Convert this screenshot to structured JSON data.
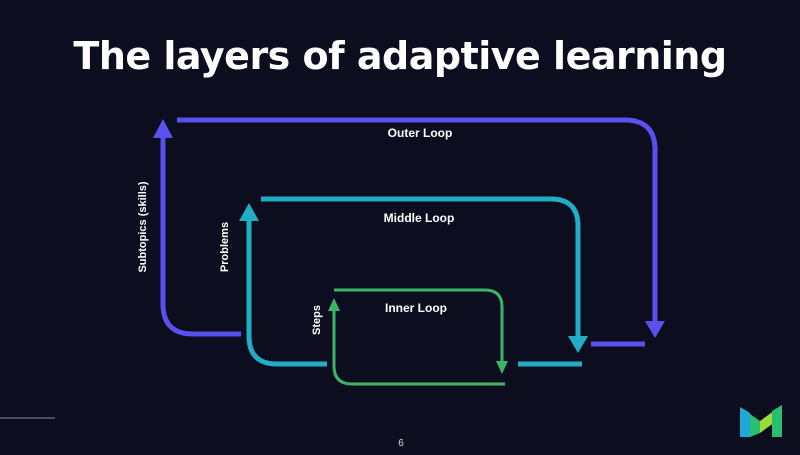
{
  "slide": {
    "title": "The layers of adaptive learning",
    "page_number": "6"
  },
  "diagram": {
    "loops": [
      {
        "label": "Outer Loop",
        "axis_label": "Subtopics (skills)",
        "color": "#5a50ee"
      },
      {
        "label": "Middle Loop",
        "axis_label": "Problems",
        "color": "#22adc4"
      },
      {
        "label": "Inner Loop",
        "axis_label": "Steps",
        "color": "#3cb468"
      }
    ]
  },
  "logo": {
    "icon": "brand-m-logo",
    "colors": [
      "#1fa8d8",
      "#28c070",
      "#9ed83a"
    ]
  },
  "colors": {
    "background": "#0c0e1f",
    "text": "#ffffff"
  }
}
